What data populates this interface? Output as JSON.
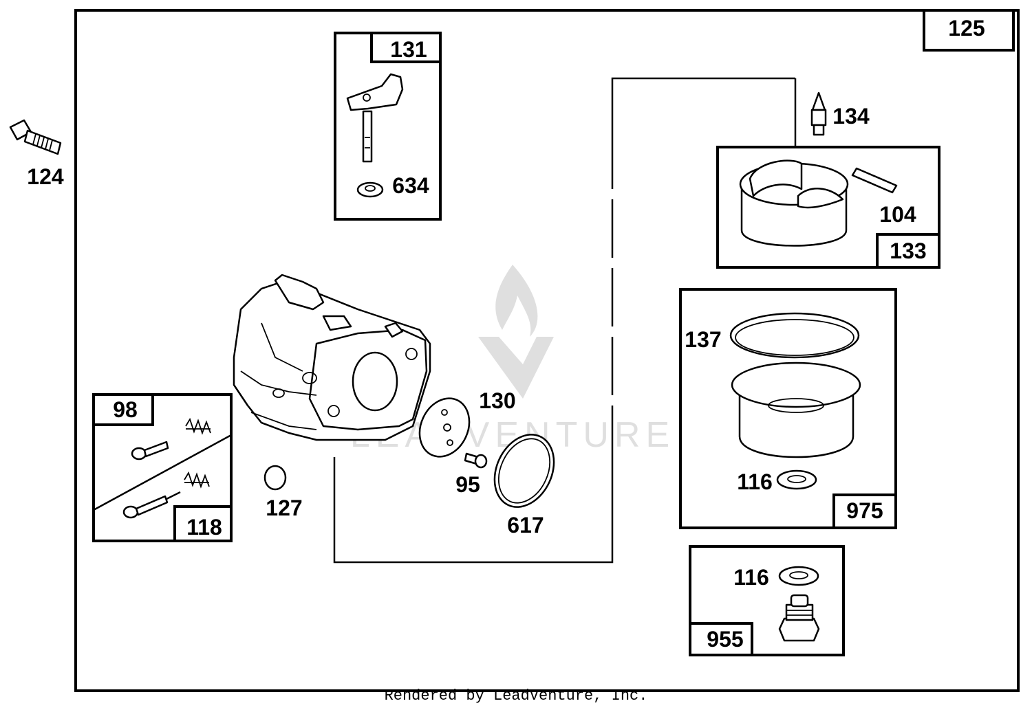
{
  "diagram": {
    "labels": {
      "assembly": "125",
      "bolt": "124",
      "lever_kit": "131",
      "lever_seal": "634",
      "needle": "134",
      "float": "133",
      "float_pin": "104",
      "bowl_kit": "975",
      "bowl_oring": "137",
      "bowl_washer": "116",
      "bowl_nut_kit": "955",
      "nut_washer": "116",
      "screw_kit": "98",
      "screw_kit_alt": "118",
      "welch_plug": "127",
      "diaphragm": "130",
      "jet": "95",
      "gasket": "617"
    },
    "watermark": "LEADVENTURE",
    "footer": "Rendered by LeadVenture, Inc."
  }
}
